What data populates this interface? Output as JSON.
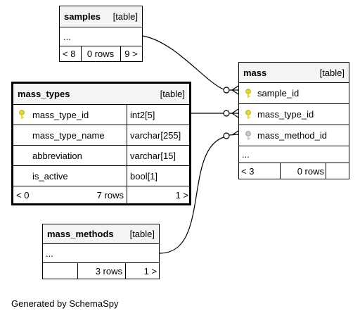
{
  "key_colors": {
    "primary": "#e6d92a",
    "foreign": "#bbbbbb"
  },
  "samples": {
    "name": "samples",
    "type": "[table]",
    "ellipsis": "...",
    "footer": {
      "prev": "< 8",
      "rows": "0 rows",
      "next": "9 >"
    }
  },
  "mass_types": {
    "name": "mass_types",
    "type": "[table]",
    "columns": [
      {
        "name": "mass_type_id",
        "datatype": "int2[5]",
        "key": "primary-key-icon"
      },
      {
        "name": "mass_type_name",
        "datatype": "varchar[255]"
      },
      {
        "name": "abbreviation",
        "datatype": "varchar[15]"
      },
      {
        "name": "is_active",
        "datatype": "bool[1]"
      }
    ],
    "footer": {
      "prev": "< 0",
      "rows": "7 rows",
      "next": "1 >"
    }
  },
  "mass": {
    "name": "mass",
    "type": "[table]",
    "columns": [
      {
        "name": "sample_id",
        "key": "primary-key-icon"
      },
      {
        "name": "mass_type_id",
        "key": "primary-key-icon"
      },
      {
        "name": "mass_method_id",
        "key": "foreign-key-icon"
      }
    ],
    "ellipsis": "...",
    "footer": {
      "prev": "< 3",
      "rows": "0 rows",
      "next": ""
    }
  },
  "mass_methods": {
    "name": "mass_methods",
    "type": "[table]",
    "ellipsis": "...",
    "footer": {
      "prev": "",
      "rows": "3 rows",
      "next": "1 >"
    }
  },
  "generated_by": "Generated by SchemaSpy"
}
